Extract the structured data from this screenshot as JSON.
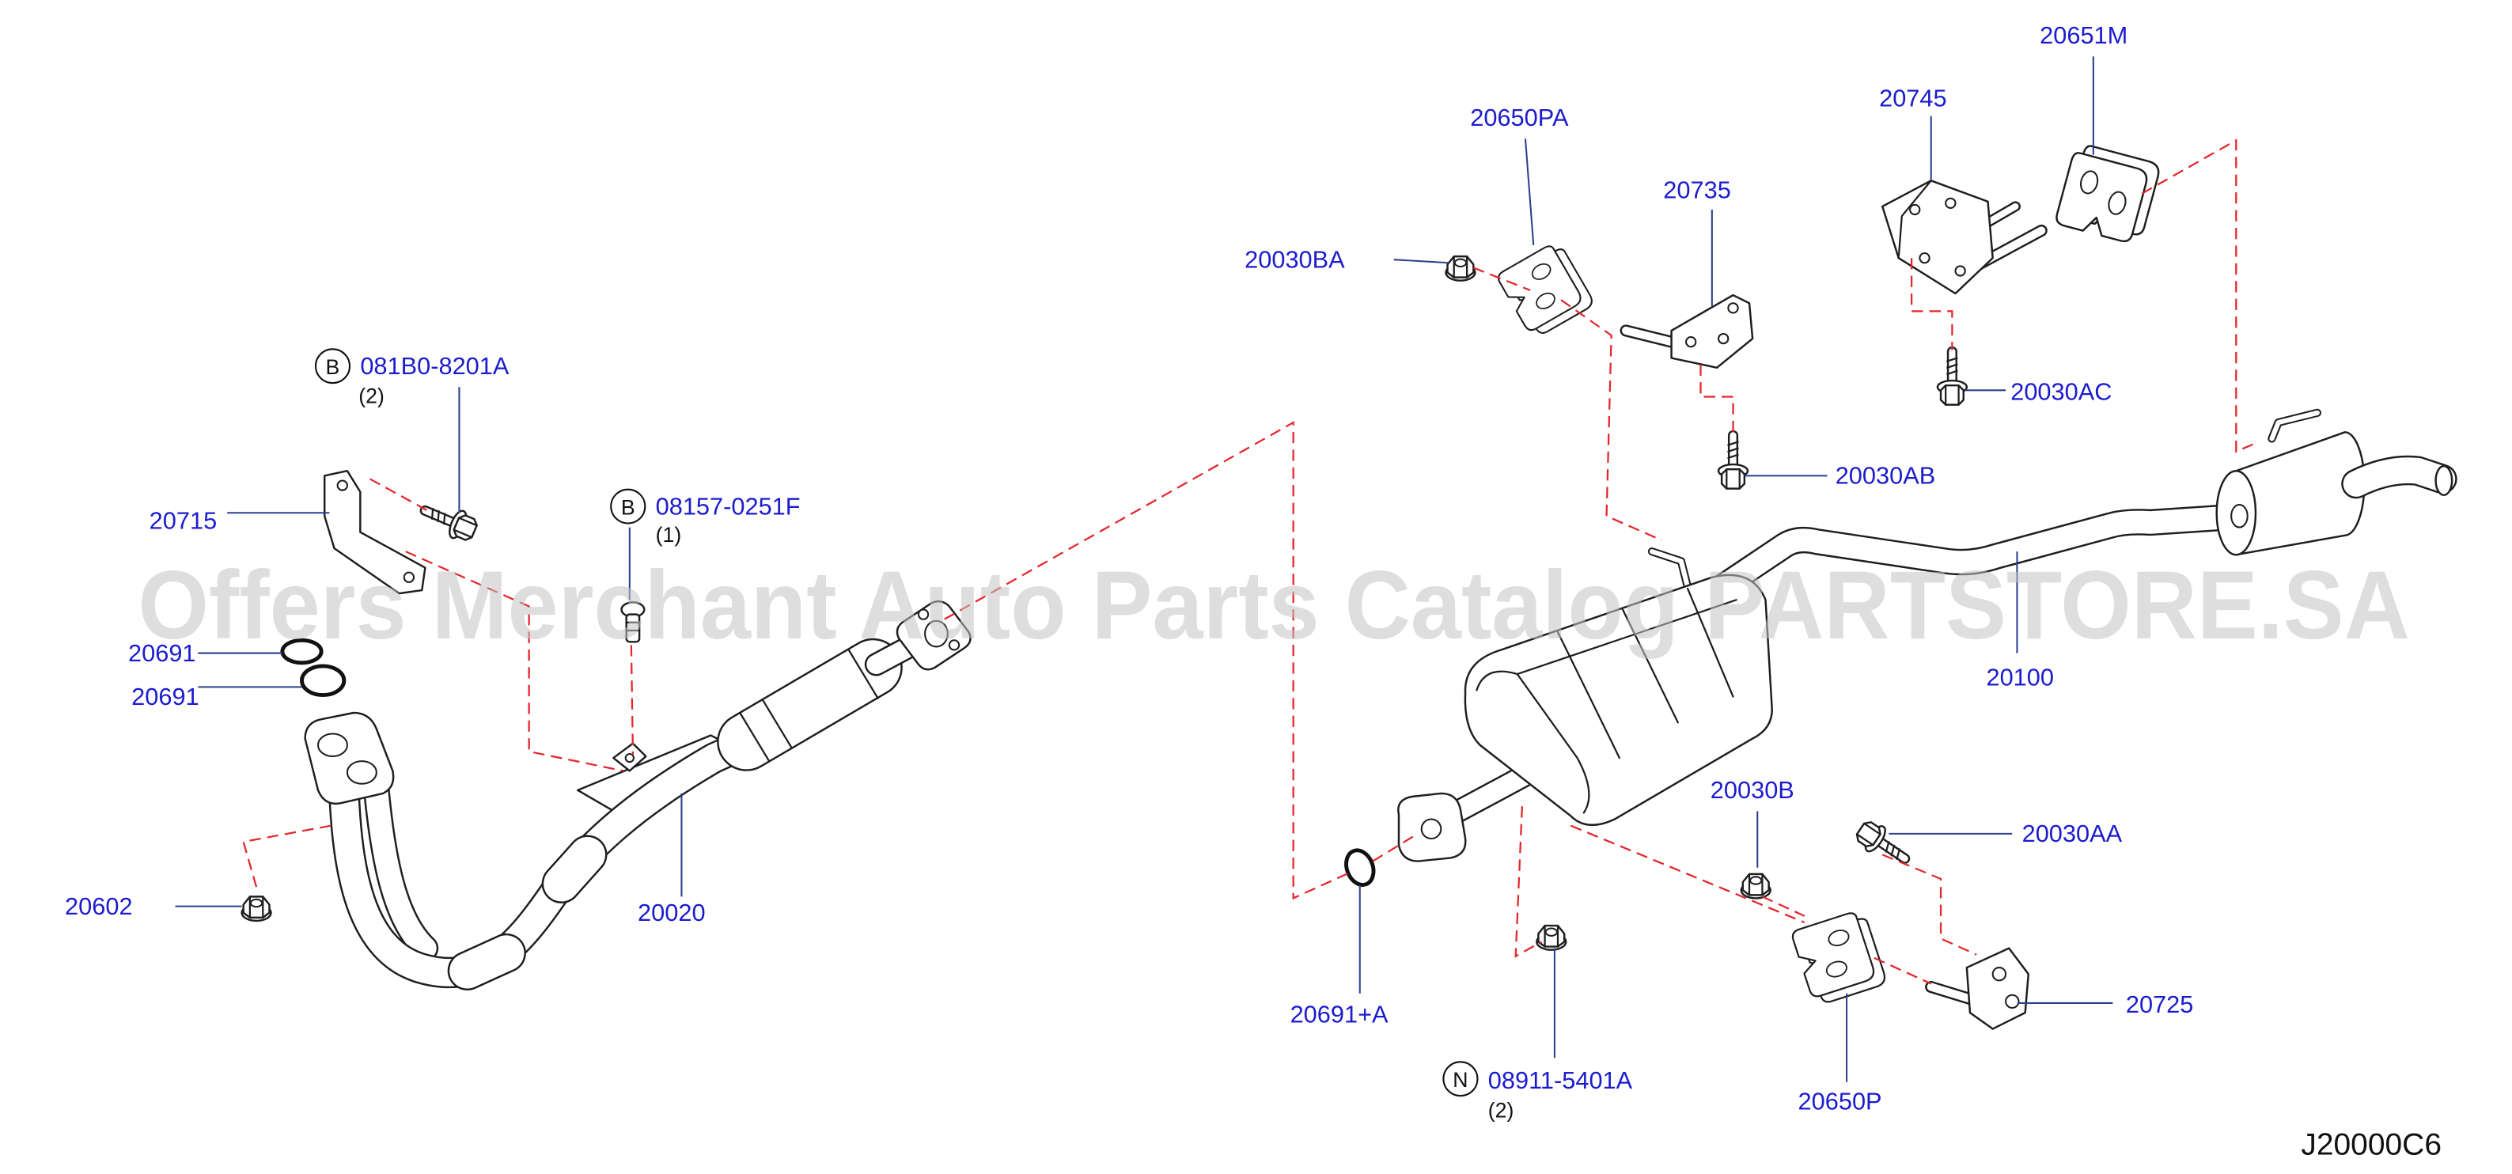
{
  "diagram": {
    "code": "J20000C6",
    "watermark": "Offers Merchant Auto Parts Catalog PARTSTORE.SA"
  },
  "colors": {
    "label": "#1c1ccf",
    "leader": "#2b3f8c",
    "dash": "#e3262c",
    "outline": "#1e1e1e",
    "watermark": "#c4c4c4",
    "code": "#111111"
  },
  "icons": {
    "bolt_symbol": "circle-letter-icon",
    "nut_symbol": "circle-letter-icon"
  },
  "callouts": [
    {
      "part": "20651M"
    },
    {
      "part": "20745"
    },
    {
      "part": "20650PA"
    },
    {
      "part": "20735"
    },
    {
      "part": "20030BA"
    },
    {
      "symbol": "B",
      "part": "081B0-8201A",
      "qty": "(2)"
    },
    {
      "part": "20715"
    },
    {
      "symbol": "B",
      "part": "08157-0251F",
      "qty": "(1)"
    },
    {
      "part": "20691"
    },
    {
      "part": "20691"
    },
    {
      "part": "20602"
    },
    {
      "part": "20020"
    },
    {
      "part": "20030AC"
    },
    {
      "part": "20030AB"
    },
    {
      "part": "20100"
    },
    {
      "part": "20030B"
    },
    {
      "part": "20030AA"
    },
    {
      "part": "20725"
    },
    {
      "part": "20691+A"
    },
    {
      "part": "20650P"
    },
    {
      "symbol": "N",
      "part": "08911-5401A",
      "qty": "(2)"
    }
  ]
}
